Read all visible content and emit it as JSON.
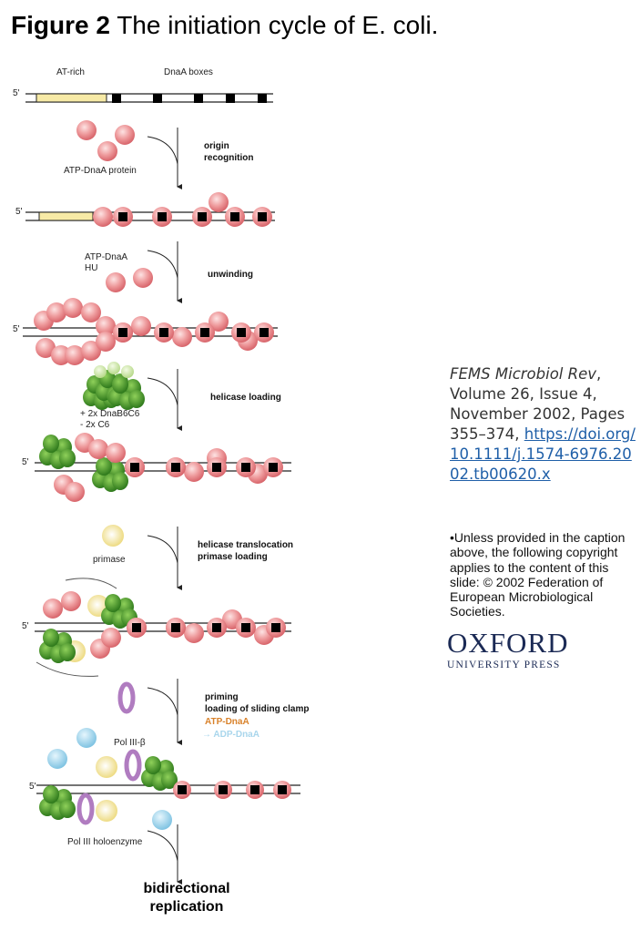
{
  "title": {
    "bold": "Figure 2",
    "text": " The initiation cycle of E. coli."
  },
  "diagram": {
    "labels": {
      "at_rich": "AT-rich",
      "dnaa_boxes": "DnaA boxes",
      "five_prime": "5'",
      "atp_dnaa_protein": "ATP-DnaA protein",
      "atp_dnaa_hu_1": "ATP-DnaA",
      "atp_dnaa_hu_2": "HU",
      "dnab_line1": "+ 2x  DnaB6C6",
      "dnab_line2": "-  2x  C6",
      "primase": "primase",
      "pol_iii_beta": "Pol III-β",
      "pol_iii_holoenzyme": "Pol III holoenzyme"
    },
    "steps": {
      "origin_recognition": [
        "origin",
        "recognition"
      ],
      "unwinding": "unwinding",
      "helicase_loading": "helicase loading",
      "helicase_translocation": [
        "helicase translocation",
        "primase loading"
      ],
      "priming": [
        "priming",
        "loading of sliding clamp"
      ],
      "atp_dnaa": "ATP-DnaA",
      "adp_dnaa": "→ ADP-DnaA",
      "result": [
        "bidirectional",
        "replication"
      ]
    },
    "colors": {
      "dnaa": "#e07a7f",
      "at_rich": "#f7eaa6",
      "helicase": "#3f8f26",
      "primase": "#f3e79a",
      "clamp": "#b07cc0",
      "adp_dnaa": "#9fd2ea",
      "atp_text": "#d9822b"
    }
  },
  "citation": {
    "journal": "FEMS Microbiol Rev",
    "details": ", Volume 26, Issue 4, November 2002, Pages 355–374, ",
    "doi": "https://doi.org/10.1111/j.1574-6976.2002.tb00620.x"
  },
  "copyright": "•Unless provided in the caption above, the following copyright applies to the content of this slide: © 2002 Federation of European Microbiological Societies.",
  "publisher_logo": {
    "name": "OXFORD",
    "sub": "UNIVERSITY PRESS"
  }
}
